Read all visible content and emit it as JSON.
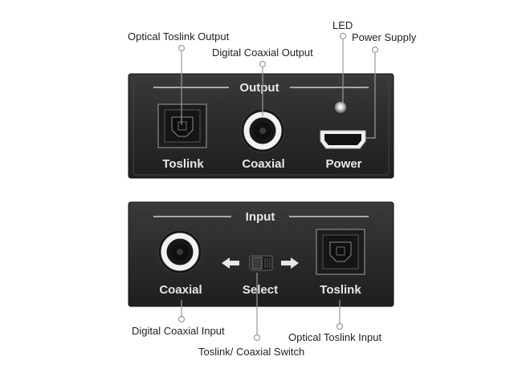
{
  "output_panel": {
    "title": "Output",
    "ports": {
      "toslink": "Toslink",
      "coaxial": "Coaxial",
      "power": "Power"
    }
  },
  "input_panel": {
    "title": "Input",
    "ports": {
      "coaxial": "Coaxial",
      "select": "Select",
      "toslink": "Toslink"
    }
  },
  "callouts": {
    "optical_toslink_output": "Optical Toslink Output",
    "digital_coaxial_output": "Digital Coaxial Output",
    "led": "LED",
    "power_supply": "Power Supply",
    "digital_coaxial_input": "Digital Coaxial Input",
    "optical_toslink_input": "Optical Toslink Input",
    "toslink_coaxial_switch": "Toslink/ Coaxial Switch"
  },
  "colors": {
    "panel": "#2b2b2b",
    "panel_text": "#e8e8e8",
    "leader_line": "#999999"
  }
}
